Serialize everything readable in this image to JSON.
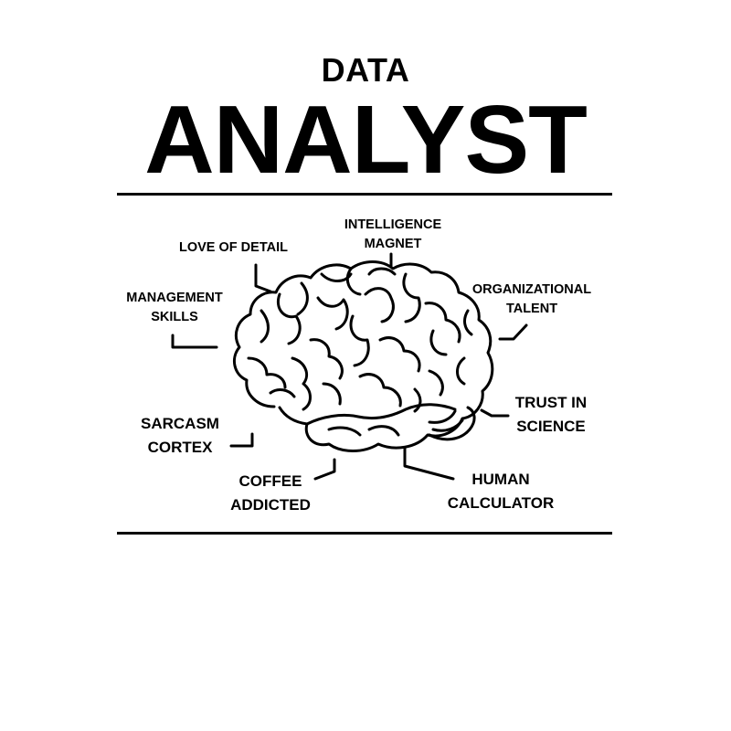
{
  "title": {
    "line1": "DATA",
    "line2": "ANALYST"
  },
  "labels": {
    "love_of_detail": [
      "LOVE OF DETAIL"
    ],
    "intelligence_magnet": [
      "INTELLIGENCE",
      "MAGNET"
    ],
    "organizational_talent": [
      "ORGANIZATIONAL",
      "TALENT"
    ],
    "management_skills": [
      "MANAGEMENT",
      "SKILLS"
    ],
    "trust_in_science": [
      "TRUST IN",
      "SCIENCE"
    ],
    "sarcasm_cortex": [
      "SARCASM",
      "CORTEX"
    ],
    "coffee_addicted": [
      "COFFEE",
      "ADDICTED"
    ],
    "human_calculator": [
      "HUMAN",
      "CALCULATOR"
    ]
  },
  "colors": {
    "ink": "#000000",
    "background": "#ffffff"
  },
  "icons": {
    "brain": "brain-icon"
  }
}
